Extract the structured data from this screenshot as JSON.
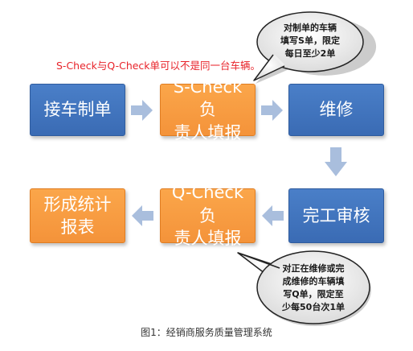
{
  "boxes": {
    "car_order": "接车制单",
    "s_check": "S-Check负\n责人填报",
    "repair": "维修",
    "complete_audit": "完工审核",
    "q_check": "Q-Check负\n责人填报",
    "report": "形成统计\n报表"
  },
  "notes": {
    "red_note": "S-Check与Q-Check单可以不是同一台车辆。",
    "bubble_top": "对制单的车辆\n填写S单，限定\n每日至少2单",
    "bubble_bottom": "对正在维修或完\n成维修的车辆填\n写Q单，限定至\n少每50台次1单"
  },
  "caption": "图1：经销商服务质量管理系统",
  "colors": {
    "blue": "#3a6bb4",
    "orange": "#f4933a",
    "arrow": "#a9bedd",
    "red_text": "#e8232a"
  }
}
